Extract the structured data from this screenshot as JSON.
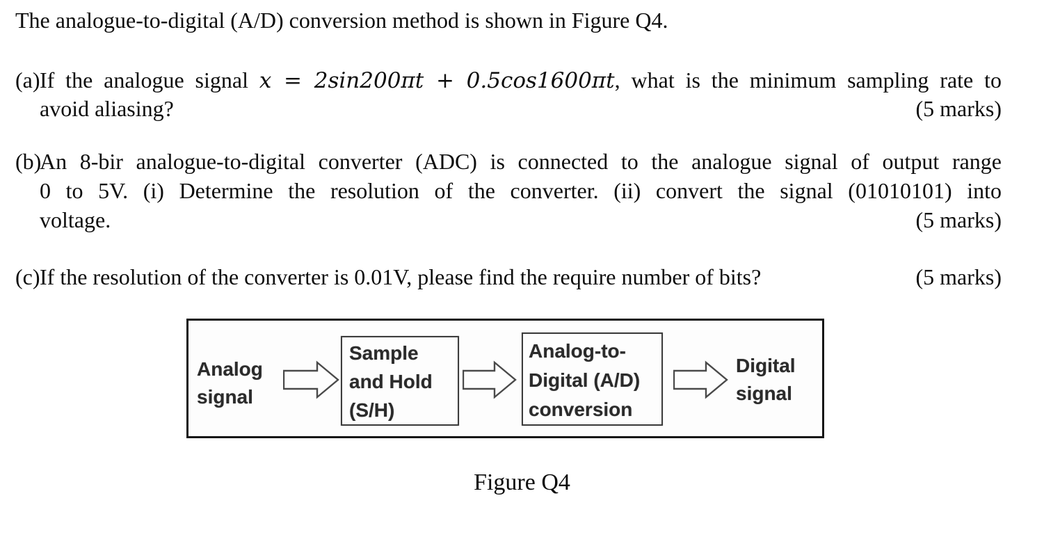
{
  "page": {
    "title": "The analogue-to-digital (A/D) conversion method is shown in Figure Q4.",
    "questions": {
      "a": {
        "marker": "(a)",
        "line1_prefix": "If the analogue signal ",
        "line1_math": "x = 2sin200πt + 0.5cos1600πt",
        "line1_suffix": ", what is the minimum sampling rate to",
        "line2": "avoid aliasing?",
        "marks": "(5 marks)"
      },
      "b": {
        "marker": "(b)",
        "line1": "An 8-bir analogue-to-digital converter (ADC) is connected to the analogue signal of output range",
        "line2": "0 to 5V. (i) Determine the resolution of the converter.  (ii) convert the signal (01010101) into",
        "line3": "voltage.",
        "marks": "(5 marks)"
      },
      "c": {
        "marker": "(c)",
        "line1": "If the resolution of the converter is 0.01V, please find the require number of bits?",
        "marks": "(5 marks)"
      }
    },
    "figure": {
      "caption": "Figure Q4",
      "input_label": {
        "line1": "Analog",
        "line2": "signal"
      },
      "box_sample_hold": {
        "line1": "Sample",
        "line2": "and Hold",
        "line3": "(S/H)"
      },
      "box_adc": {
        "line1": "Analog-to-",
        "line2": "Digital (A/D)",
        "line3": "conversion"
      },
      "output_label": {
        "line1": "Digital",
        "line2": "signal"
      },
      "arrow_icon": "right-block-arrow"
    },
    "colors": {
      "text": "#0d0d0d",
      "figure_frame_border": "#161616",
      "figure_box_border": "#3c3c3c",
      "figure_text": "#2b2b2b",
      "arrow_outline": "#4a4a4a"
    }
  }
}
